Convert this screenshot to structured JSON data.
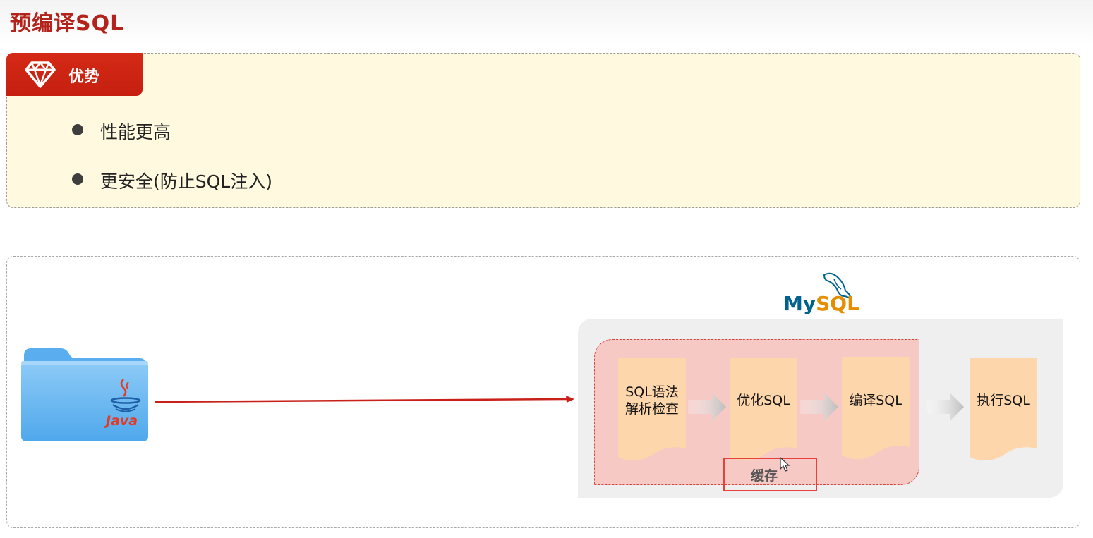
{
  "page": {
    "title": "预编译SQL"
  },
  "advantages": {
    "title": "优势",
    "items": [
      "性能更高",
      "更安全(防止SQL注入)"
    ]
  },
  "diagram": {
    "client_label": "Java",
    "database_logo": {
      "part1": "My",
      "part2": "SQL"
    },
    "steps": [
      {
        "label_line1": "SQL语法",
        "label_line2": "解析检查"
      },
      {
        "label_line1": "优化SQL",
        "label_line2": ""
      },
      {
        "label_line1": "编译SQL",
        "label_line2": ""
      },
      {
        "label_line1": "执行SQL",
        "label_line2": ""
      }
    ],
    "cache_label": "缓存"
  },
  "colors": {
    "title_red": "#b4231b",
    "tab_red": "#c61f10",
    "advantage_bg": "#fef9df",
    "cache_zone": "#f6c9c5",
    "step_doc": "#fdd6ab",
    "arrow_red": "#c9211a",
    "mysql_blue": "#00628e",
    "mysql_orange": "#e48e00"
  },
  "icons": [
    "diamond-icon",
    "folder-icon",
    "java-cup-icon",
    "dolphin-icon",
    "chevron-right-icon",
    "cursor-icon"
  ]
}
